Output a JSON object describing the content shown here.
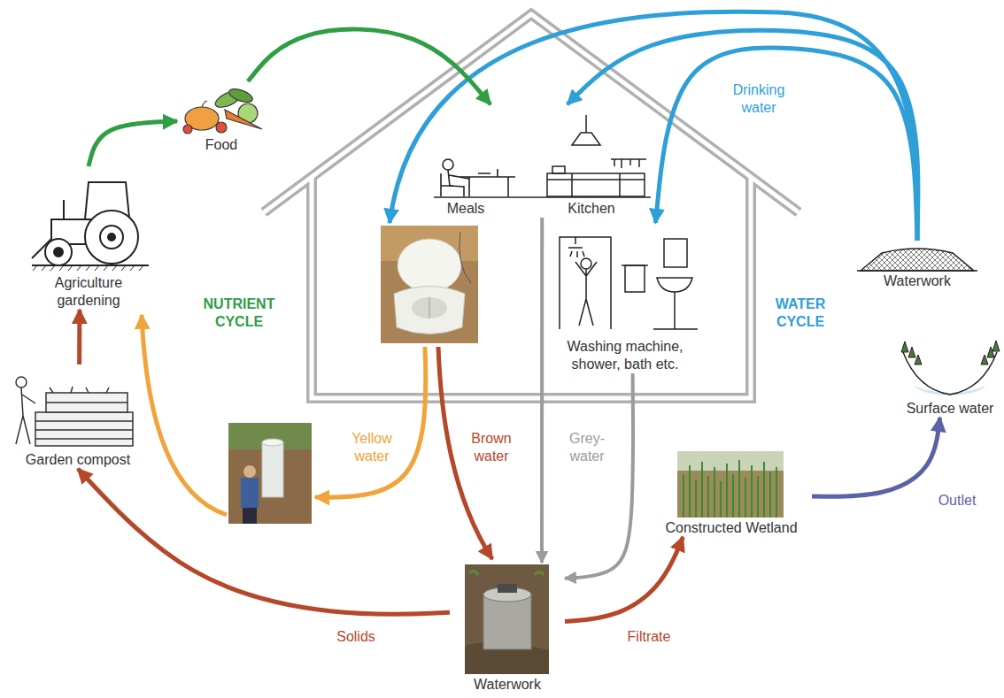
{
  "diagram": {
    "nodes": [
      {
        "text": [
          "Food"
        ]
      },
      {
        "text": [
          "Meals"
        ]
      },
      {
        "text": [
          "Kitchen"
        ]
      },
      {
        "text": [
          "Agriculture gardening"
        ]
      },
      {
        "text": [
          "Waterwork"
        ]
      },
      {
        "text": [
          "Surface water"
        ]
      },
      {
        "text": [
          "Washing machine, shower, bath etc."
        ]
      },
      {
        "text": [
          "Garden compost"
        ]
      },
      {
        "text": [
          "Constructed Wetland"
        ]
      },
      {
        "text": [
          "Waterwork"
        ]
      }
    ],
    "edges": [
      {
        "from": 3,
        "to": 0,
        "arrow": "to"
      },
      {
        "from": 0,
        "to": 1,
        "arrow": "to"
      },
      {
        "from": 4,
        "to": 2,
        "label": "Drinking water",
        "arrow": "to"
      },
      {
        "from": 4,
        "to": 6,
        "arrow": "to"
      },
      {
        "from": 2,
        "to": 9,
        "label": "Grey- water",
        "arrow": "to"
      },
      {
        "from": 6,
        "to": 9,
        "arrow": "to"
      },
      {
        "from": 7,
        "to": 3,
        "arrow": "to"
      },
      {
        "from": 9,
        "to": 7,
        "label": "Solids",
        "arrow": "to"
      },
      {
        "from": 9,
        "to": 8,
        "label": "Filtrate",
        "arrow": "to"
      },
      {
        "from": 8,
        "to": 5,
        "label": "Outlet",
        "arrow": "to"
      }
    ],
    "labels": [
      "NUTRIENT CYCLE",
      "WATER CYCLE",
      "Yellow water",
      "Brown water"
    ]
  }
}
